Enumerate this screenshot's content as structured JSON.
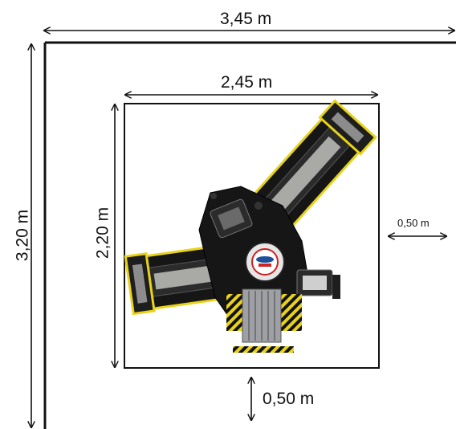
{
  "dimensions": {
    "outer_width": "3,45 m",
    "outer_height": "3,20 m",
    "inner_width": "2,45 m",
    "inner_height": "2,20 m",
    "clearance_right": "0,50 m",
    "clearance_bottom": "0,50 m"
  },
  "machine": {
    "logo_icon": "round-badge-logo-icon"
  },
  "colors": {
    "line": "#111111",
    "machine_body": "#161616",
    "accent_yellow": "#e8d21a",
    "panel_grey": "#a9aaa6"
  }
}
